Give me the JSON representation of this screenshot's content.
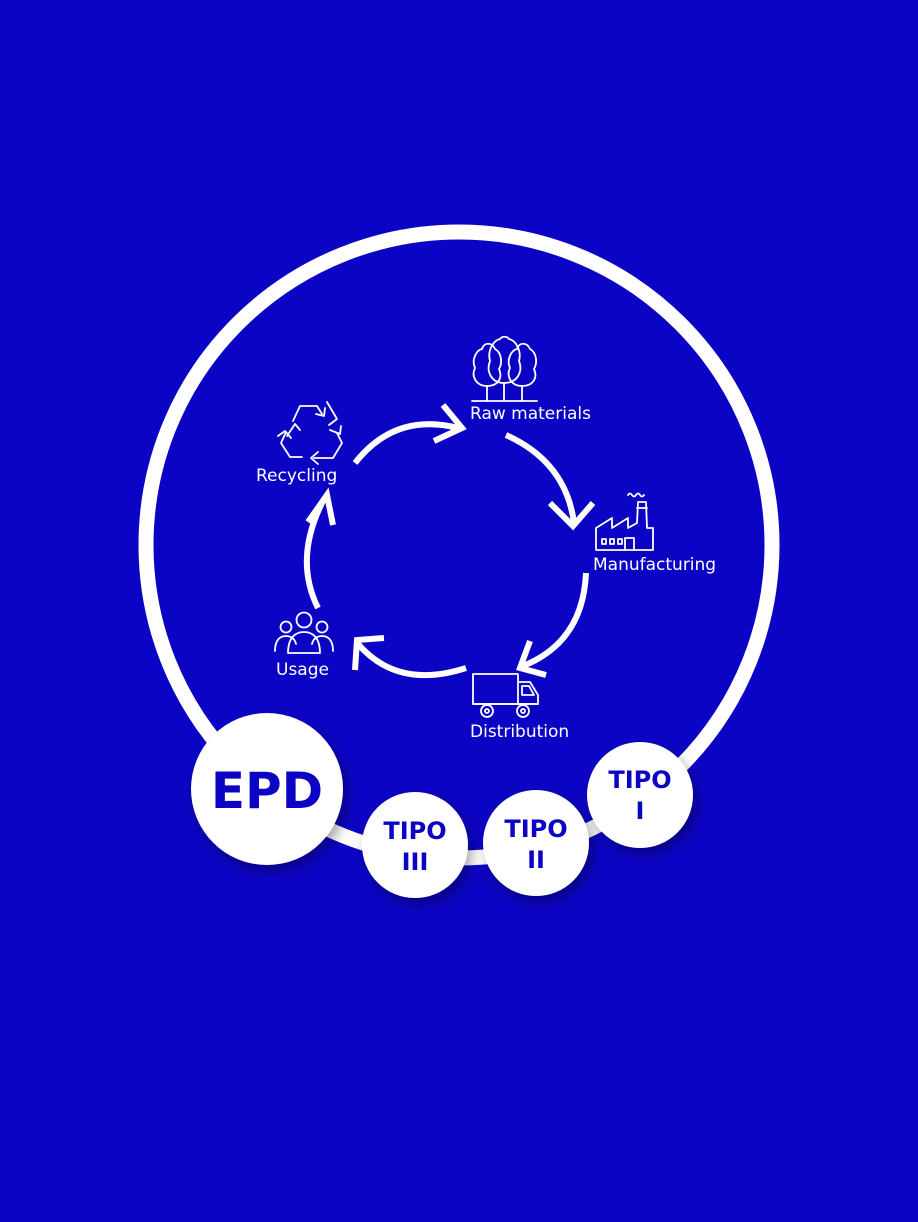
{
  "colors": {
    "background": "#0c04c4",
    "foreground": "#ffffff",
    "badge_text": "#0c04c4"
  },
  "lifecycle": {
    "stages": [
      {
        "id": "raw",
        "label": "Raw materials",
        "icon": "trees-icon"
      },
      {
        "id": "manufacturing",
        "label": "Manufacturing",
        "icon": "factory-icon"
      },
      {
        "id": "distribution",
        "label": "Distribution",
        "icon": "truck-icon"
      },
      {
        "id": "usage",
        "label": "Usage",
        "icon": "people-icon"
      },
      {
        "id": "recycling",
        "label": "Recycling",
        "icon": "recycle-icon"
      }
    ]
  },
  "badges": {
    "epd": "EPD",
    "tipo_iii": [
      "TIPO",
      "III"
    ],
    "tipo_ii": [
      "TIPO",
      "II"
    ],
    "tipo_i": [
      "TIPO",
      "I"
    ]
  }
}
